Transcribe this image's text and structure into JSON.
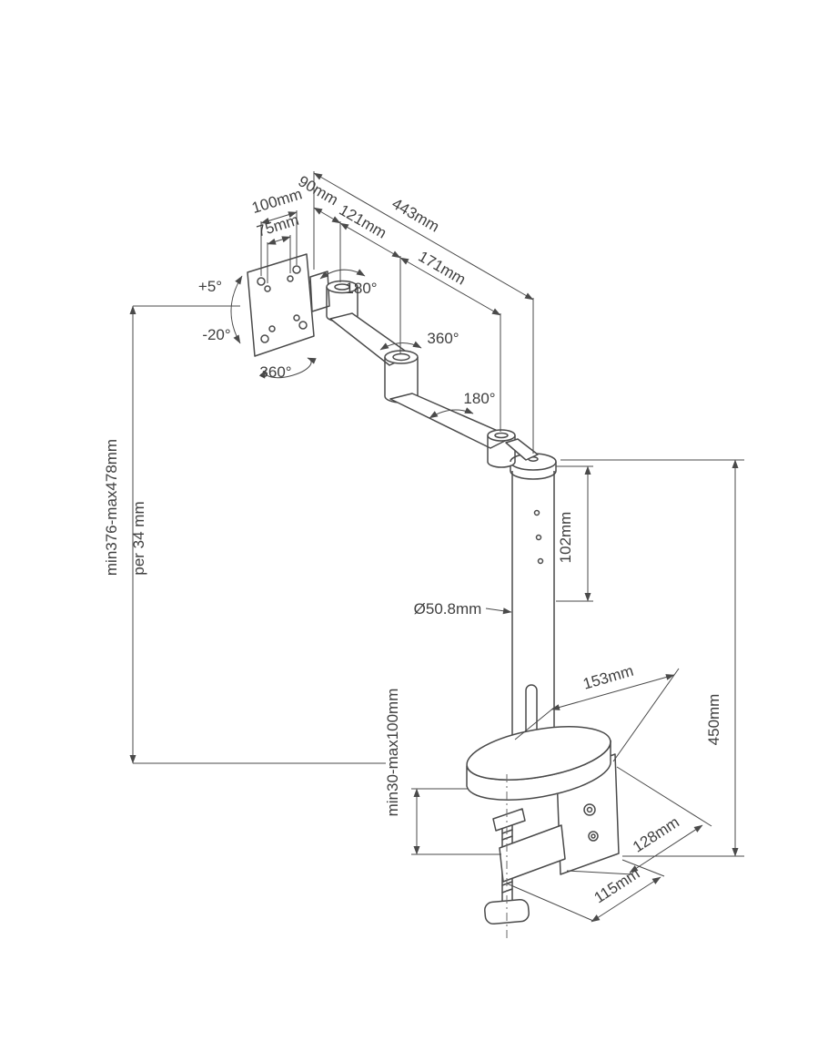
{
  "diagram": {
    "type": "technical-drawing",
    "subject": "single monitor desk mount arm with pole and desk clamp",
    "line_color": "#4a4a4a",
    "background": "#ffffff",
    "labels": {
      "vesa_width": "100mm",
      "vesa_height": "75mm",
      "arm_front": "90mm",
      "arm_total": "443mm",
      "arm_seg1": "121mm",
      "arm_seg2": "171mm",
      "tilt_up": "+5°",
      "tilt_down": "-20°",
      "vesa_rotation": "180°",
      "arm_rotation": "360°",
      "vesa_swivel": "360°",
      "wrist_rotation": "180°",
      "height_range": "min376-max478mm",
      "height_step": "per 34 mm",
      "pole_adjust": "102mm",
      "pole_diameter": "Ø50.8mm",
      "clamp_depth": "153mm",
      "clamp_opening": "min30-max100mm",
      "pole_height": "450mm",
      "clamp_width": "128mm",
      "clamp_front": "115mm"
    }
  }
}
